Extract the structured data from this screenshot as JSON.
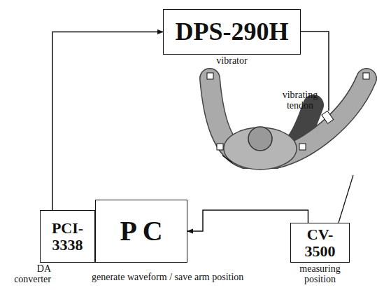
{
  "diagram": {
    "nodes": [
      {
        "text": [
          "DPS-290H",
          "vibrator"
        ]
      },
      {
        "text": [
          "PCI- 3338",
          "DA converter"
        ]
      },
      {
        "text": [
          "P C",
          "generate waveform / save arm position"
        ]
      },
      {
        "text": [
          "CV- 3500",
          "measuring position"
        ]
      }
    ],
    "edges": [
      {
        "from": 1,
        "to": 0,
        "arrow": "to"
      },
      {
        "from": 3,
        "to": 2,
        "arrow": "to"
      }
    ],
    "labels": [
      "vibrating tendon"
    ]
  }
}
